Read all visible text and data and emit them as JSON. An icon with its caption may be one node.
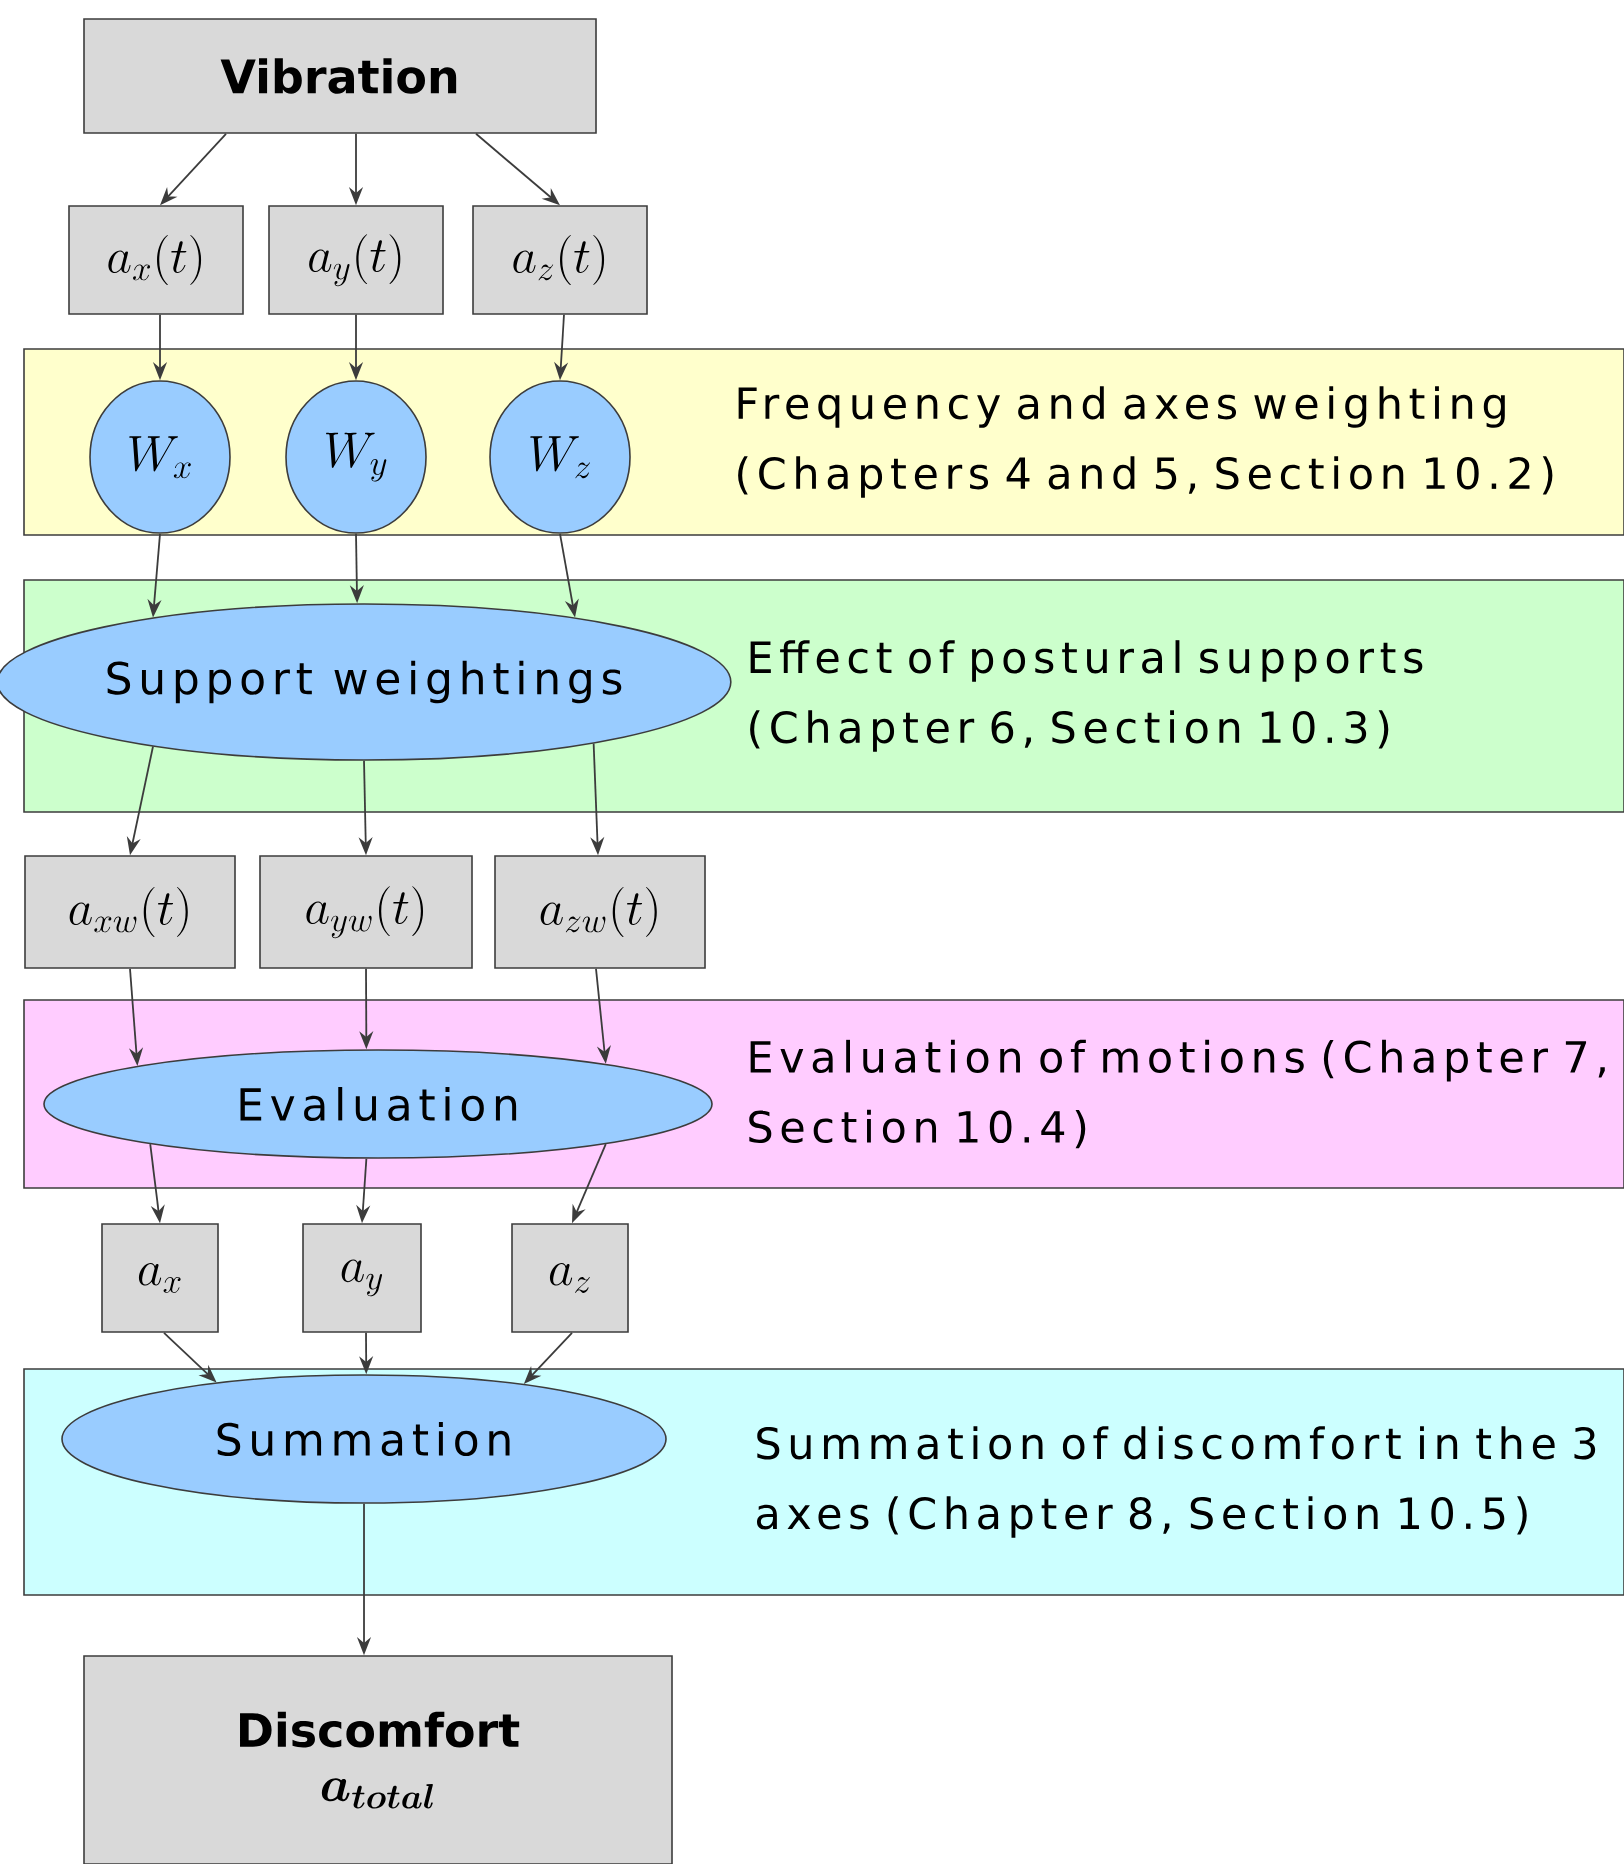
{
  "diagram": {
    "nodes": [
      {
        "text": [
          "Vibration"
        ]
      },
      {
        "text": [
          "a_x(t)"
        ]
      },
      {
        "text": [
          "a_y(t)"
        ]
      },
      {
        "text": [
          "a_z(t)"
        ]
      },
      {
        "text": [
          "Frequency and axes weighting (Chapters 4 and 5, Section 10.2)"
        ]
      },
      {
        "text": [
          "W_x"
        ],
        "in": 4
      },
      {
        "text": [
          "W_y"
        ],
        "in": 4
      },
      {
        "text": [
          "W_z"
        ],
        "in": 4
      },
      {
        "text": [
          "Effect of postural supports (Chapter 6, Section 10.3)"
        ]
      },
      {
        "text": [
          "Support weightings"
        ],
        "in": 8
      },
      {
        "text": [
          "a_{xw}(t)"
        ]
      },
      {
        "text": [
          "a_{yw}(t)"
        ]
      },
      {
        "text": [
          "a_{zw}(t)"
        ]
      },
      {
        "text": [
          "Evaluation of motions (Chapter 7, Section 10.4)"
        ]
      },
      {
        "text": [
          "Evaluation"
        ],
        "in": 13
      },
      {
        "text": [
          "a_x"
        ]
      },
      {
        "text": [
          "a_y"
        ]
      },
      {
        "text": [
          "a_z"
        ]
      },
      {
        "text": [
          "Summation of discomfort in the 3 axes (Chapter 8, Section 10.5)"
        ]
      },
      {
        "text": [
          "Summation"
        ],
        "in": 18
      },
      {
        "text": [
          "Discomfort",
          "a_{total}"
        ]
      }
    ],
    "edges": [
      {
        "from": 0,
        "to": 1,
        "arrow": "to"
      },
      {
        "from": 0,
        "to": 2,
        "arrow": "to"
      },
      {
        "from": 0,
        "to": 3,
        "arrow": "to"
      },
      {
        "from": 1,
        "to": 5,
        "arrow": "to"
      },
      {
        "from": 2,
        "to": 6,
        "arrow": "to"
      },
      {
        "from": 3,
        "to": 7,
        "arrow": "to"
      },
      {
        "from": 5,
        "to": 9,
        "arrow": "to"
      },
      {
        "from": 6,
        "to": 9,
        "arrow": "to"
      },
      {
        "from": 7,
        "to": 9,
        "arrow": "to"
      },
      {
        "from": 9,
        "to": 10,
        "arrow": "to"
      },
      {
        "from": 9,
        "to": 11,
        "arrow": "to"
      },
      {
        "from": 9,
        "to": 12,
        "arrow": "to"
      },
      {
        "from": 10,
        "to": 14,
        "arrow": "to"
      },
      {
        "from": 11,
        "to": 14,
        "arrow": "to"
      },
      {
        "from": 12,
        "to": 14,
        "arrow": "to"
      },
      {
        "from": 14,
        "to": 15,
        "arrow": "to"
      },
      {
        "from": 14,
        "to": 16,
        "arrow": "to"
      },
      {
        "from": 14,
        "to": 17,
        "arrow": "to"
      },
      {
        "from": 15,
        "to": 19,
        "arrow": "to"
      },
      {
        "from": 16,
        "to": 19,
        "arrow": "to"
      },
      {
        "from": 17,
        "to": 19,
        "arrow": "to"
      },
      {
        "from": 19,
        "to": 20,
        "arrow": "to"
      }
    ]
  }
}
